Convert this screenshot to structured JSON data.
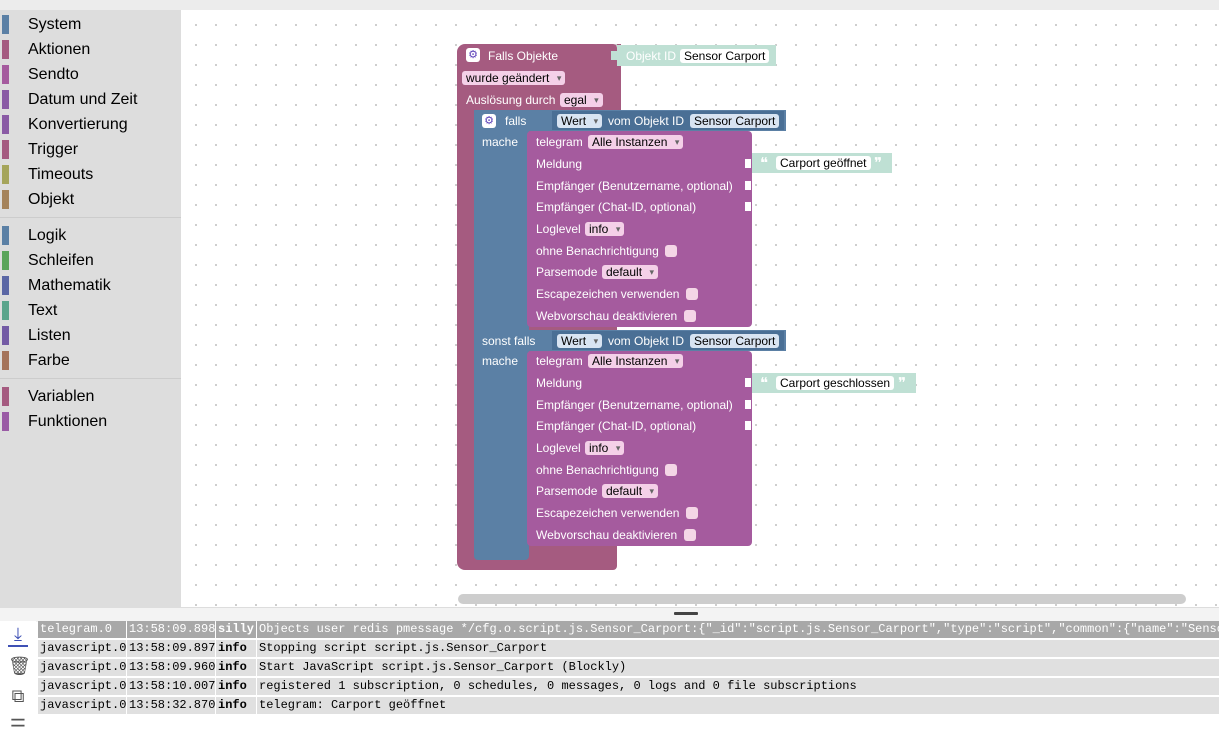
{
  "toolbox": {
    "items": [
      {
        "label": "System",
        "color": "#5b80a5"
      },
      {
        "label": "Aktionen",
        "color": "#a55b80"
      },
      {
        "label": "Sendto",
        "color": "#a55b9e"
      },
      {
        "label": "Datum und Zeit",
        "color": "#8a5ba5"
      },
      {
        "label": "Konvertierung",
        "color": "#8a5ba5"
      },
      {
        "label": "Trigger",
        "color": "#a55b80"
      },
      {
        "label": "Timeouts",
        "color": "#a5a55b"
      },
      {
        "label": "Objekt",
        "color": "#a5835b"
      },
      {
        "label": "Logik",
        "color": "#5b80a5"
      },
      {
        "label": "Schleifen",
        "color": "#5ba55b"
      },
      {
        "label": "Mathematik",
        "color": "#5b67a5"
      },
      {
        "label": "Text",
        "color": "#5ba58c"
      },
      {
        "label": "Listen",
        "color": "#745ba5"
      },
      {
        "label": "Farbe",
        "color": "#a5745b"
      },
      {
        "label": "Variablen",
        "color": "#a55b80"
      },
      {
        "label": "Funktionen",
        "color": "#9a5ba5"
      }
    ]
  },
  "blocks": {
    "trigger": {
      "title": "Falls Objekte",
      "objekt_id_label": "Objekt ID",
      "objekt_id_value": "Sensor Carport",
      "changed_dd": "wurde geändert",
      "ausloesung_label": "Auslösung durch",
      "ausloesung_dd": "egal"
    },
    "ifblock": {
      "falls": "falls",
      "mache": "mache",
      "sonst_falls": "sonst falls",
      "wert_dd": "Wert",
      "vom_objekt": "vom Objekt ID",
      "sensor": "Sensor Carport"
    },
    "telegram1": {
      "telegram": "telegram",
      "instances": "Alle Instanzen",
      "meldung": "Meldung",
      "message": "Carport geöffnet",
      "empf_user": "Empfänger (Benutzername, optional)",
      "empf_chat": "Empfänger (Chat-ID, optional)",
      "loglevel": "Loglevel",
      "loglevel_dd": "info",
      "ohne": "ohne Benachrichtigung",
      "parsemode": "Parsemode",
      "parsemode_dd": "default",
      "escape": "Escapezeichen verwenden",
      "webvorschau": "Webvorschau deaktivieren"
    },
    "telegram2": {
      "telegram": "telegram",
      "instances": "Alle Instanzen",
      "meldung": "Meldung",
      "message": "Carport geschlossen",
      "empf_user": "Empfänger (Benutzername, optional)",
      "empf_chat": "Empfänger (Chat-ID, optional)",
      "loglevel": "Loglevel",
      "loglevel_dd": "info",
      "ohne": "ohne Benachrichtigung",
      "parsemode": "Parsemode",
      "parsemode_dd": "default",
      "escape": "Escapezeichen verwenden",
      "webvorschau": "Webvorschau deaktivieren"
    }
  },
  "log": {
    "rows": [
      {
        "source": "telegram.0",
        "time": "13:58:09.898",
        "level": "silly",
        "message": "Objects user redis pmessage */cfg.o.script.js.Sensor_Carport:{\"_id\":\"script.js.Sensor_Carport\",\"type\":\"script\",\"common\":{\"name\":\"Sensor"
      },
      {
        "source": "javascript.0",
        "time": "13:58:09.897",
        "level": "info",
        "message": "Stopping script script.js.Sensor_Carport"
      },
      {
        "source": "javascript.0",
        "time": "13:58:09.960",
        "level": "info",
        "message": "Start JavaScript script.js.Sensor_Carport (Blockly)"
      },
      {
        "source": "javascript.0",
        "time": "13:58:10.007",
        "level": "info",
        "message": "registered 1 subscription, 0 schedules, 0 messages, 0 logs and 0 file subscriptions"
      },
      {
        "source": "javascript.0",
        "time": "13:58:32.870",
        "level": "info",
        "message": "telegram: Carport geöffnet"
      }
    ]
  },
  "colors": {
    "trigger_block": "#a55b80",
    "if_block": "#5b80a5",
    "telegram_block": "#a55b9e",
    "text_block": "#bfe0d4"
  }
}
